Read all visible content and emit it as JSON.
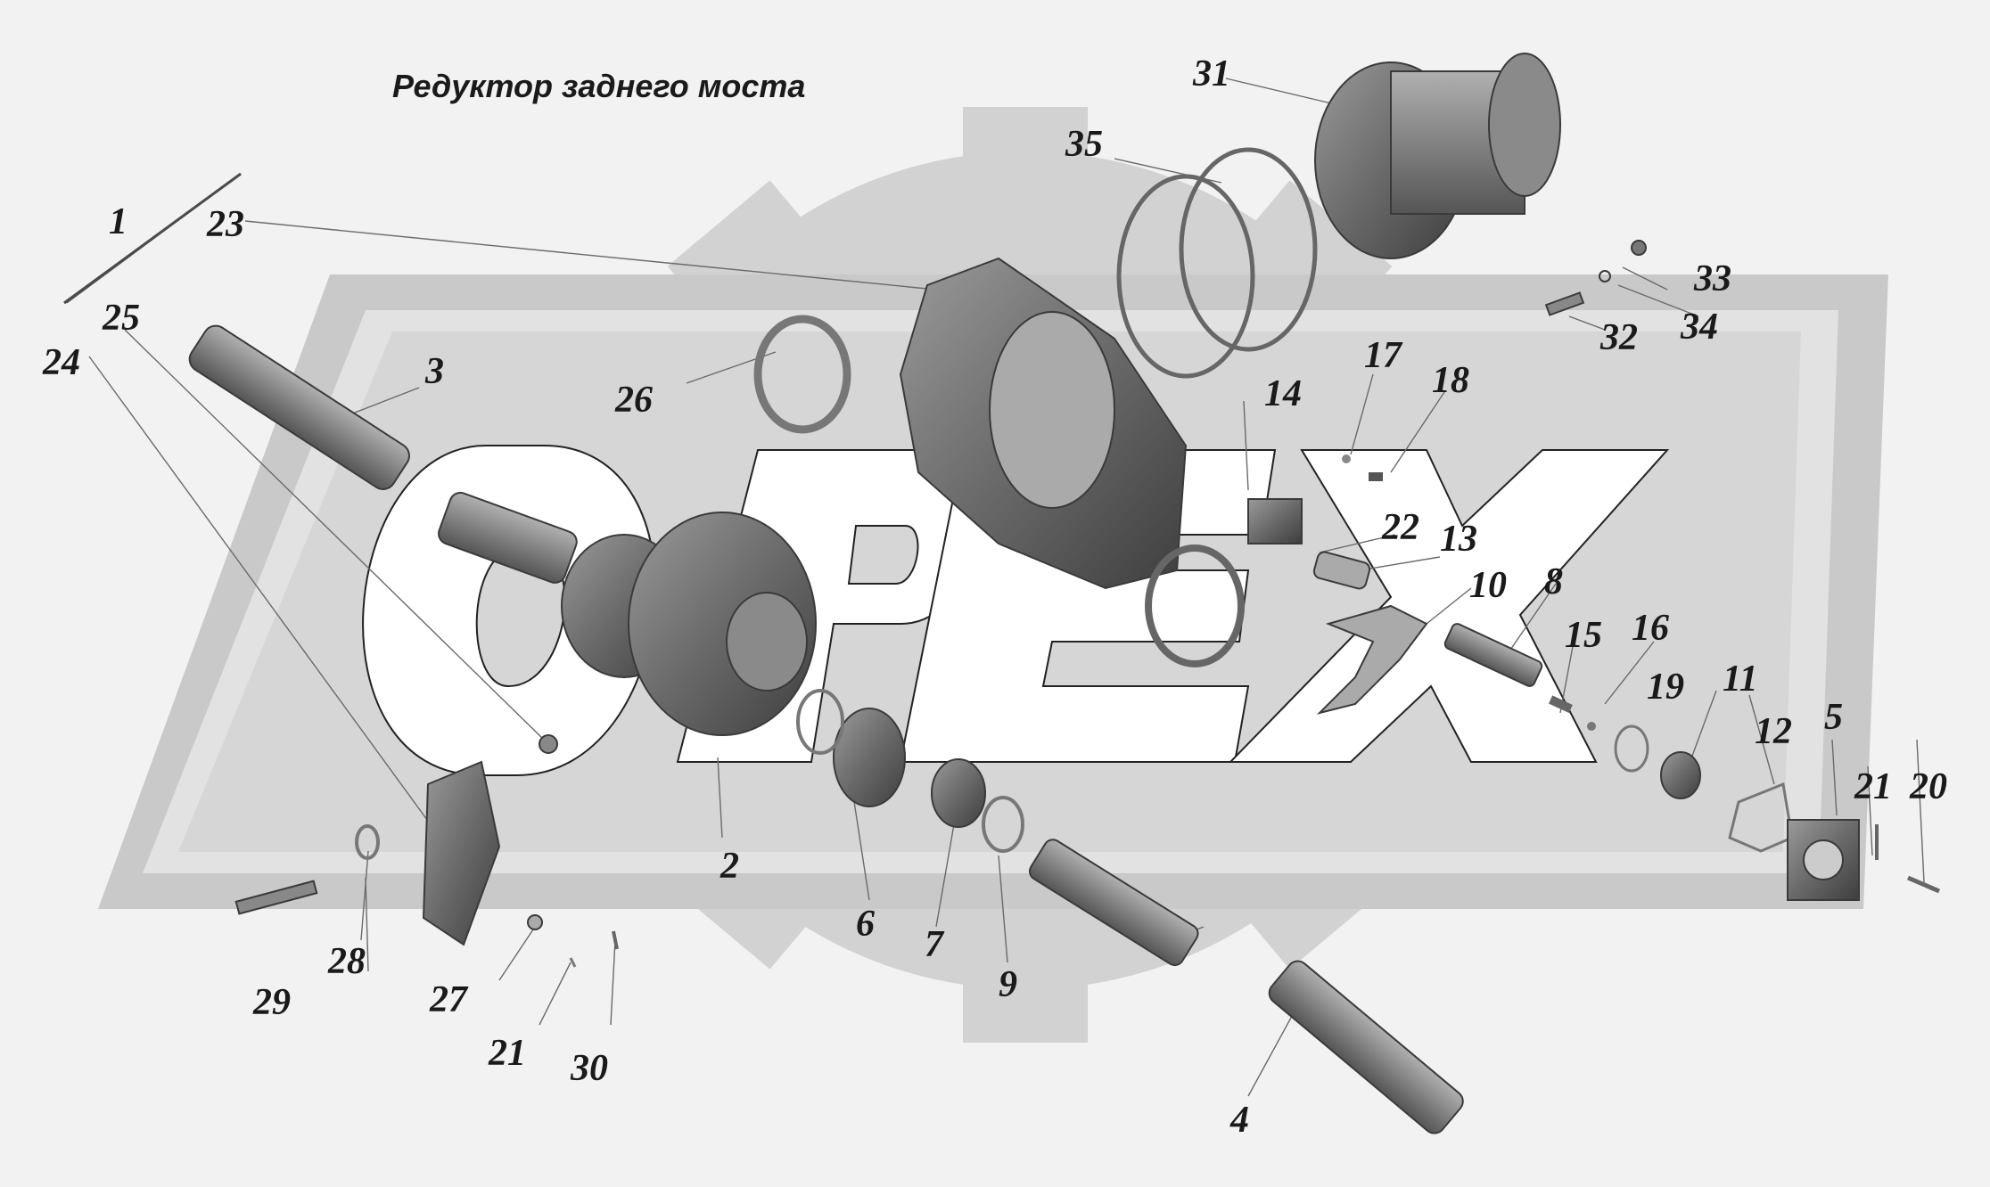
{
  "title": "Редуктор заднего моста",
  "watermark": {
    "text": "OPEX"
  },
  "labels": [
    "1",
    "2",
    "3",
    "4",
    "5",
    "6",
    "7",
    "8",
    "9",
    "10",
    "11",
    "12",
    "13",
    "14",
    "15",
    "16",
    "17",
    "18",
    "19",
    "20",
    "21",
    "21",
    "22",
    "23",
    "24",
    "25",
    "26",
    "27",
    "28",
    "29",
    "30",
    "31",
    "32",
    "33",
    "34",
    "35"
  ],
  "colors": {
    "background": "#f2f2f2",
    "gear_watermark": "#d2d2d2",
    "frame": "#c9c9c9",
    "inner_panel": "#dcdcdc",
    "parts": "#7a7a7a",
    "text": "#1a1a1a"
  }
}
